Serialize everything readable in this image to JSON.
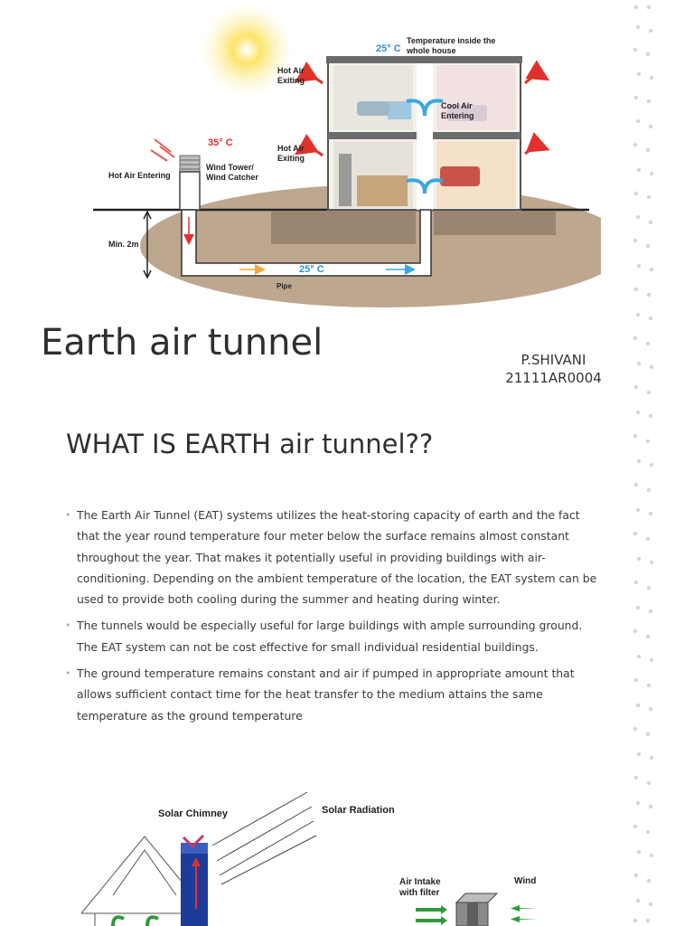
{
  "document": {
    "title": "Earth air tunnel",
    "author_name": "P.SHIVANI",
    "author_id": "21111AR0004",
    "section_heading": "WHAT IS EARTH air tunnel??",
    "bullets": [
      "The Earth Air Tunnel (EAT) systems utilizes the heat-storing capacity of earth and the fact that the year round temperature four meter below the surface remains almost constant throughout the year. That makes it potentially useful in providing buildings with air-conditioning. Depending on the ambient temperature of the location, the EAT system can be used to provide both cooling during the summer and heating during winter.",
      "The tunnels would be especially useful for large buildings with ample surrounding ground. The EAT system can not be cost effective for small individual residential buildings.",
      "The ground temperature remains constant and air if pumped in appropriate amount that allows sufficient contact time for the heat transfer to the medium attains the same temperature as the ground temperature"
    ]
  },
  "figure1": {
    "temp_inside": "25° C",
    "temp_inside_label_1": "Temperature inside the",
    "temp_inside_label_2": "whole house",
    "hot_air_exiting_1a": "Hot Air",
    "hot_air_exiting_1b": "Exiting",
    "hot_air_exiting_2a": "Hot Air",
    "hot_air_exiting_2b": "Exiting",
    "cool_air_1": "Cool Air",
    "cool_air_2": "Entering",
    "outside_temp": "35° C",
    "hot_air_entering": "Hot Air Entering",
    "wind_tower_1": "Wind Tower/",
    "wind_tower_2": "Wind Catcher",
    "depth": "Min. 2m",
    "pipe_temp": "25° C",
    "pipe": "Pipe"
  },
  "figure2": {
    "solar_chimney": "Solar Chimney",
    "solar_radiation": "Solar Radiation",
    "air_intake_1": "Air Intake",
    "air_intake_2": "with filter",
    "wind": "Wind"
  },
  "colors": {
    "hot_arrow": "#e0322b",
    "cool_arrow": "#3aa7e0",
    "soil": "#a88a6a",
    "sun": "#f6d23a",
    "pipe_arrow": "#f3a93c"
  }
}
